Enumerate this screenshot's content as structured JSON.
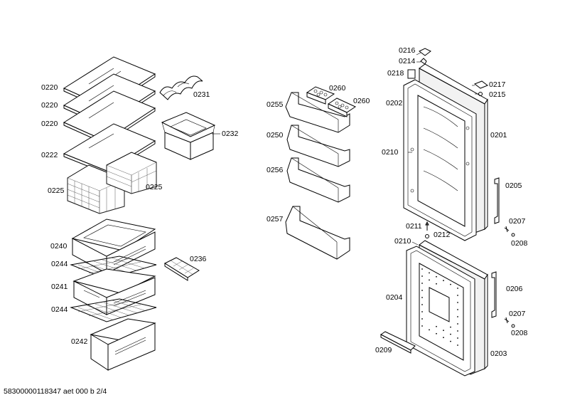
{
  "labels": {
    "l0220a": "0220",
    "l0220b": "0220",
    "l0220c": "0220",
    "l0222": "0222",
    "l0225a": "0225",
    "l0225b": "0225",
    "l0231": "0231",
    "l0232": "0232",
    "l0240": "0240",
    "l0244a": "0244",
    "l0241": "0241",
    "l0244b": "0244",
    "l0242": "0242",
    "l0236": "0236",
    "l0255": "0255",
    "l0260a": "0260",
    "l0260b": "0260",
    "l0250": "0250",
    "l0256": "0256",
    "l0257": "0257",
    "l0216": "0216",
    "l0214": "0214",
    "l0218": "0218",
    "l0217": "0217",
    "l0215": "0215",
    "l0202": "0202",
    "l0201": "0201",
    "l0210a": "0210",
    "l0205": "0205",
    "l0211": "0211",
    "l0212": "0212",
    "l0207a": "0207",
    "l0208a": "0208",
    "l0210b": "0210",
    "l0206": "0206",
    "l0204": "0204",
    "l0207b": "0207",
    "l0208b": "0208",
    "l0209": "0209",
    "l0203": "0203"
  },
  "footer": "58300000118347 aet 000 b 2/4"
}
